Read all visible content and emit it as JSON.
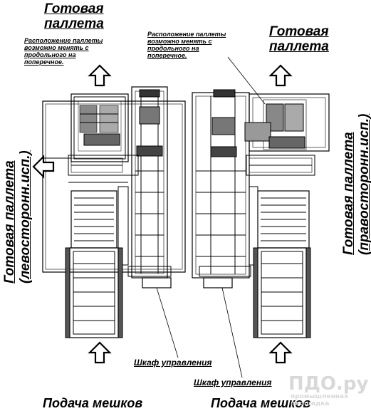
{
  "labels": {
    "top_left_title_line1": "Готовая",
    "top_left_title_line2": "паллета",
    "top_right_title_line1": "Готовая",
    "top_right_title_line2": "паллета",
    "note_left": [
      "Расположение паллеты",
      "возможно менять с",
      "продольного на",
      "поперечное."
    ],
    "note_right": [
      "Расположение паллеты",
      "возможно менять с",
      "продольного на",
      "поперечное."
    ],
    "left_vertical_line1": "Готовая паллета",
    "left_vertical_line2": "(левосторонн.исп.)",
    "right_vertical_line1": "Готовая паллета",
    "right_vertical_line2": "(правосторонн.исп.)",
    "cabinet_left": "Шкаф управления",
    "cabinet_right": "Шкаф управления",
    "feed_left": "Подача мешков",
    "feed_right": "Подача мешков",
    "watermark_main": "ПДО.ру",
    "watermark_sub": "промышленная площадка"
  },
  "icons": {
    "arrow": "outline-arrow-icon"
  }
}
